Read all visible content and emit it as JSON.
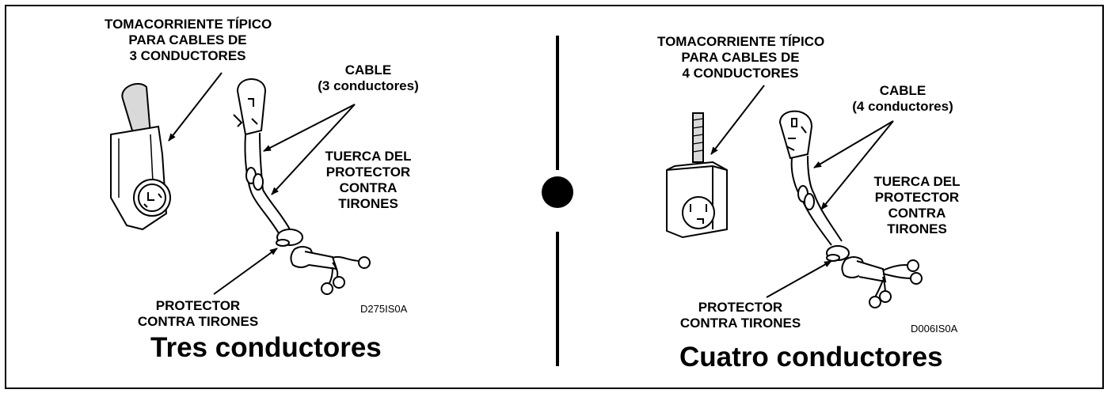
{
  "left": {
    "outlet_label": [
      "TOMACORRIENTE TÍPICO",
      "PARA CABLES DE",
      "3 CONDUCTORES"
    ],
    "cable_label": [
      "CABLE",
      "(3 conductores)"
    ],
    "nut_label": [
      "TUERCA DEL",
      "PROTECTOR",
      "CONTRA",
      "TIRONES"
    ],
    "protector_label": [
      "PROTECTOR",
      "CONTRA TIRONES"
    ],
    "code": "D275IS0A",
    "title": "Tres conductores"
  },
  "right": {
    "outlet_label": [
      "TOMACORRIENTE TÍPICO",
      "PARA CABLES DE",
      "4 CONDUCTORES"
    ],
    "cable_label": [
      "CABLE",
      "(4 conductores)"
    ],
    "nut_label": [
      "TUERCA DEL",
      "PROTECTOR",
      "CONTRA",
      "TIRONES"
    ],
    "protector_label": [
      "PROTECTOR",
      "CONTRA TIRONES"
    ],
    "code": "D006IS0A",
    "title": "Cuatro conductores"
  },
  "colors": {
    "line": "#000000",
    "background": "#ffffff",
    "shade": "#d9d9d9"
  }
}
